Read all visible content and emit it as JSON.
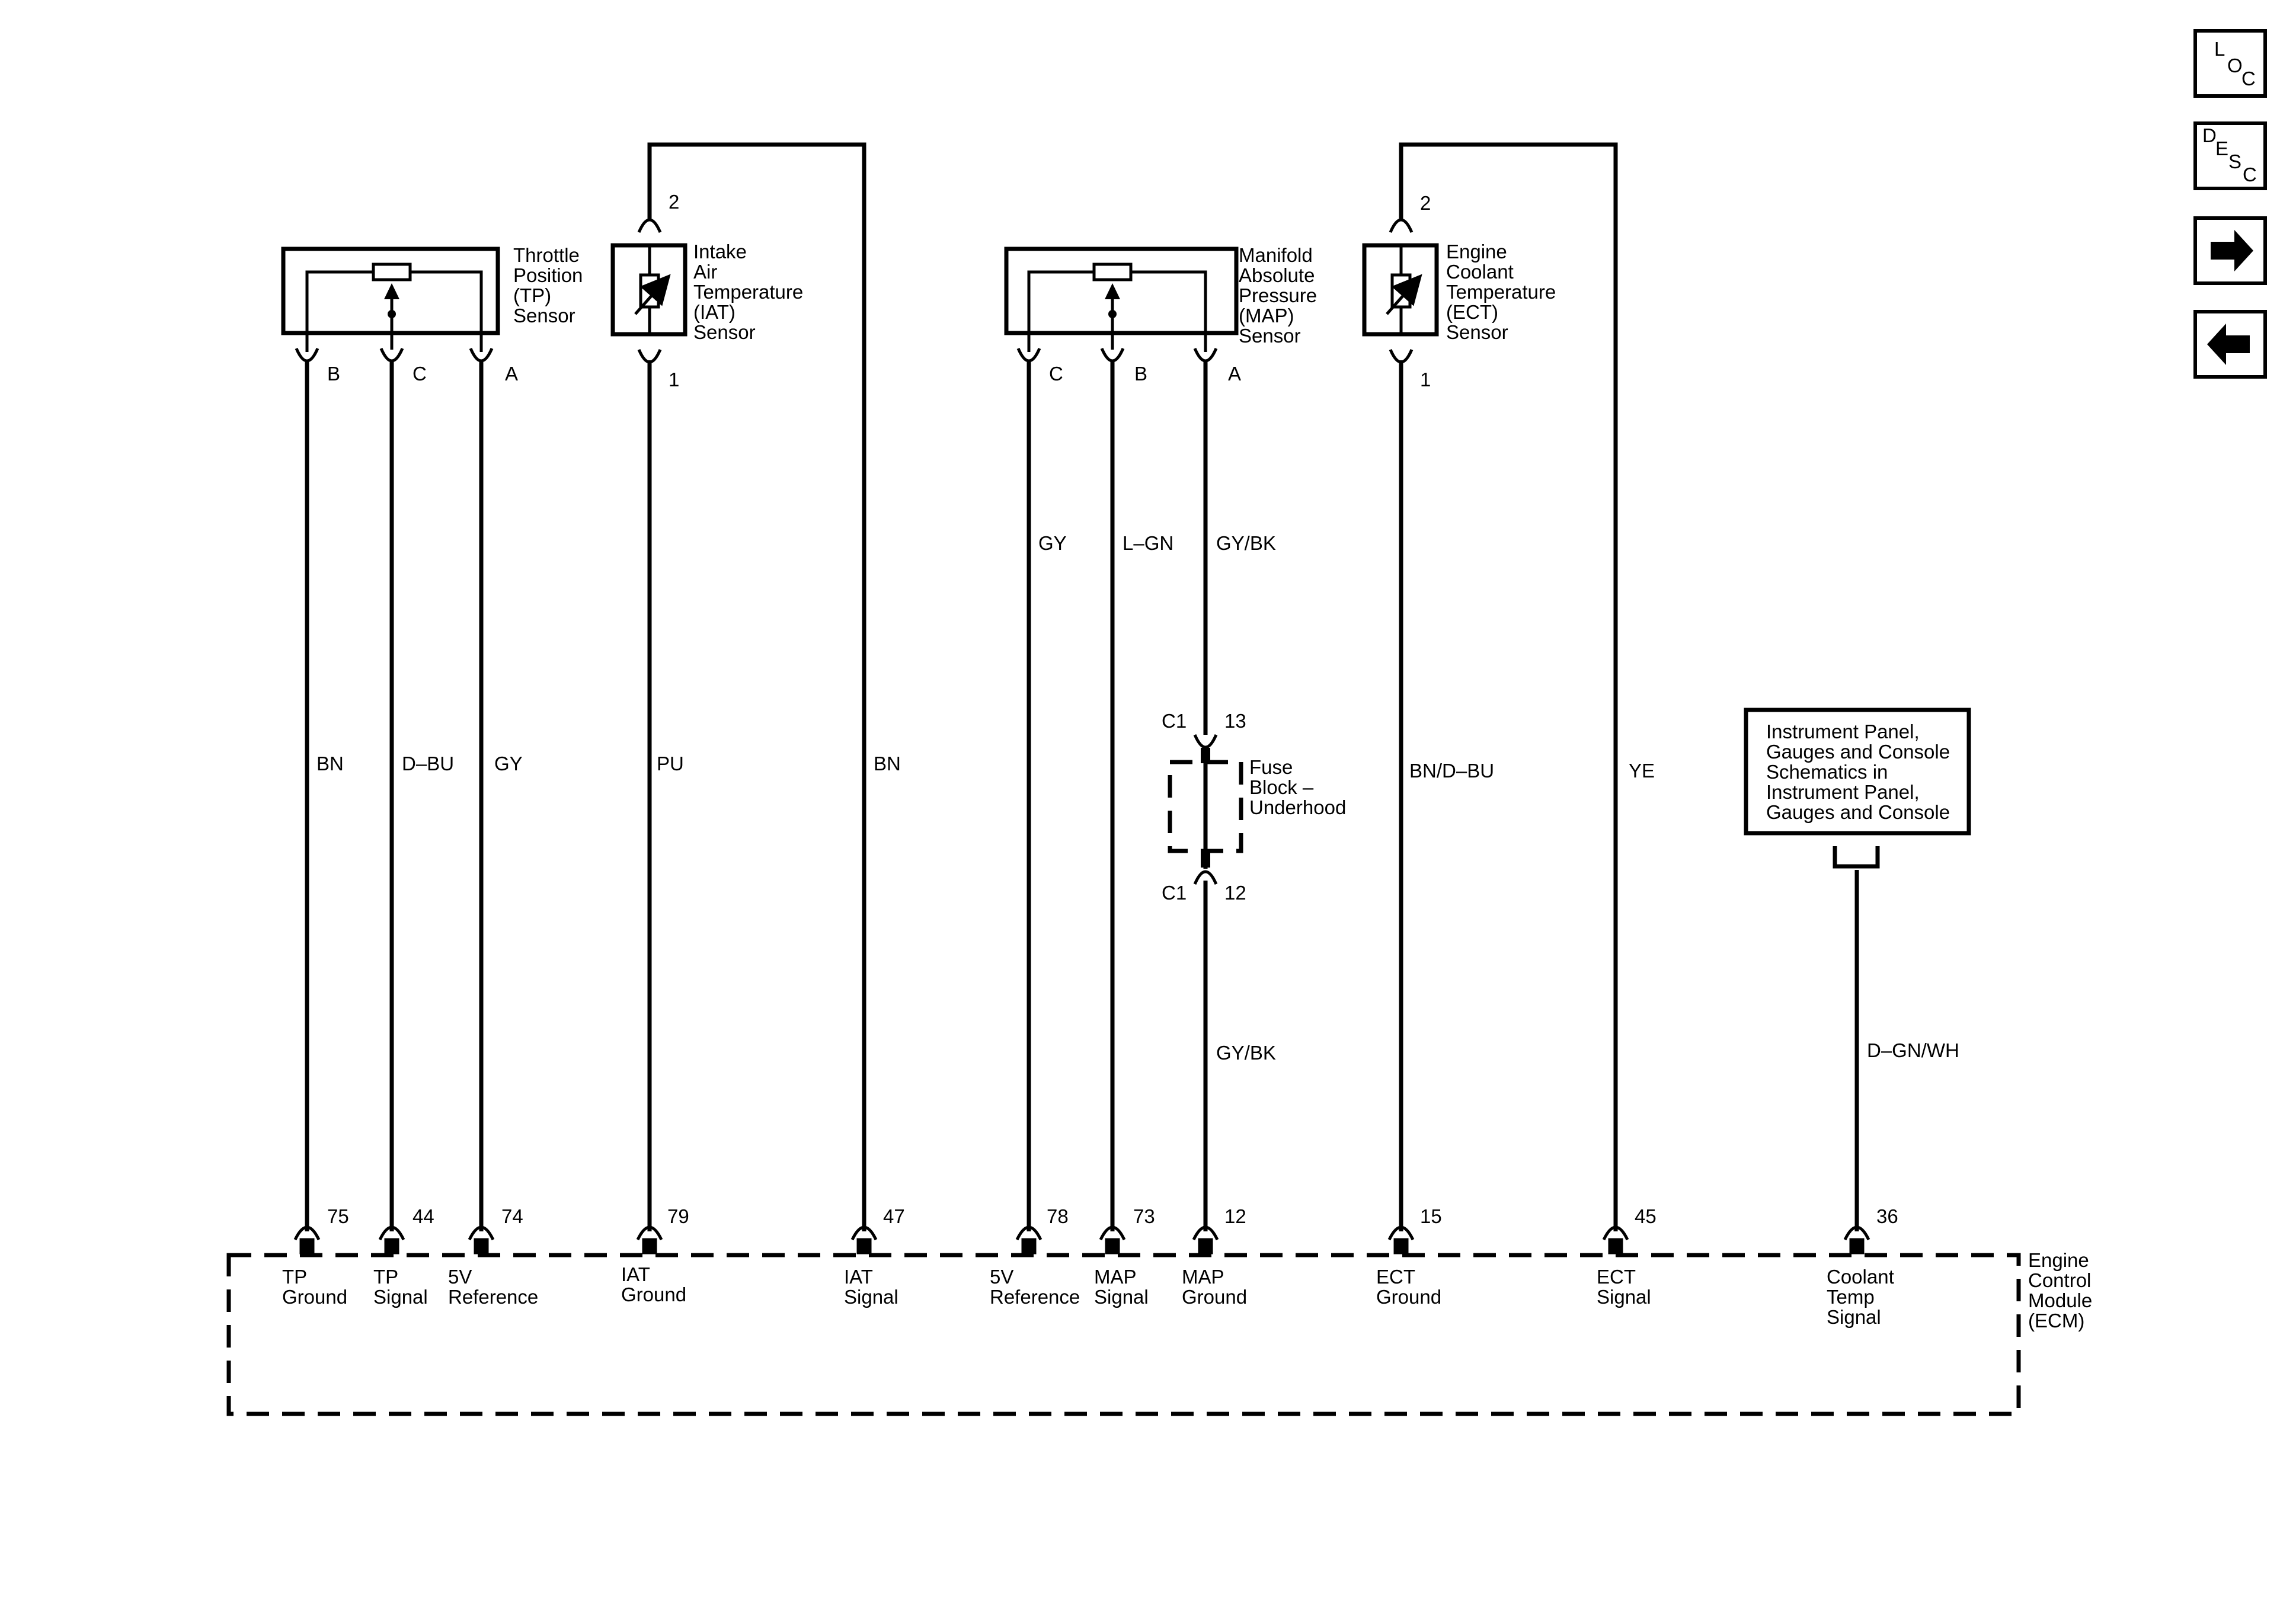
{
  "nav": {
    "loc": [
      "L",
      "O",
      "C"
    ],
    "desc": [
      "D",
      "E",
      "S",
      "C"
    ],
    "forward_icon": "arrow-right-icon",
    "back_icon": "arrow-left-icon"
  },
  "tp_sensor": {
    "name": [
      "Throttle",
      "Position",
      "(TP)",
      "Sensor"
    ],
    "pins": [
      "B",
      "C",
      "A"
    ]
  },
  "iat_sensor": {
    "name": [
      "Intake",
      "Air",
      "Temperature",
      "(IAT)",
      "Sensor"
    ],
    "pin_top": "2",
    "pin_bottom": "1"
  },
  "map_sensor": {
    "name": [
      "Manifold",
      "Absolute",
      "Pressure",
      "(MAP)",
      "Sensor"
    ],
    "pins": [
      "C",
      "B",
      "A"
    ]
  },
  "ect_sensor": {
    "name": [
      "Engine",
      "Coolant",
      "Temperature",
      "(ECT)",
      "Sensor"
    ],
    "pin_top": "2",
    "pin_bottom": "1"
  },
  "wire_colors": {
    "tp_ground": "BN",
    "tp_signal": "D–BU",
    "tp_reference": "GY",
    "iat_ground": "PU",
    "iat_signal": "BN",
    "map_reference": "GY",
    "map_signal": "L–GN",
    "map_ground_upper": "GY/BK",
    "map_ground_lower": "GY/BK",
    "ect_ground": "BN/D–BU",
    "ect_signal": "YE",
    "coolant_temp_signal": "D–GN/WH"
  },
  "fuse_block": {
    "name": [
      "Fuse",
      "Block –",
      "Underhood"
    ],
    "connector_top": "C1",
    "pin_top": "13",
    "connector_bottom": "C1",
    "pin_bottom": "12"
  },
  "instrument_panel": {
    "text": [
      "Instrument Panel,",
      "Gauges and Console",
      "Schematics in",
      "Instrument Panel,",
      "Gauges and Console"
    ]
  },
  "ecm": {
    "name": [
      "Engine",
      "Control",
      "Module",
      "(ECM)"
    ],
    "pins": [
      {
        "num": "75",
        "label": [
          "TP",
          "Ground"
        ]
      },
      {
        "num": "44",
        "label": [
          "TP",
          "Signal"
        ]
      },
      {
        "num": "74",
        "label": [
          "5V",
          "Reference"
        ]
      },
      {
        "num": "79",
        "label": [
          "IAT",
          "Ground"
        ]
      },
      {
        "num": "47",
        "label": [
          "IAT",
          "Signal"
        ]
      },
      {
        "num": "78",
        "label": [
          "5V",
          "Reference"
        ]
      },
      {
        "num": "73",
        "label": [
          "MAP",
          "Signal"
        ]
      },
      {
        "num": "12",
        "label": [
          "MAP",
          "Ground"
        ]
      },
      {
        "num": "15",
        "label": [
          "ECT",
          "Ground"
        ]
      },
      {
        "num": "45",
        "label": [
          "ECT",
          "Signal"
        ]
      },
      {
        "num": "36",
        "label": [
          "Coolant",
          "Temp",
          "Signal"
        ]
      }
    ]
  }
}
